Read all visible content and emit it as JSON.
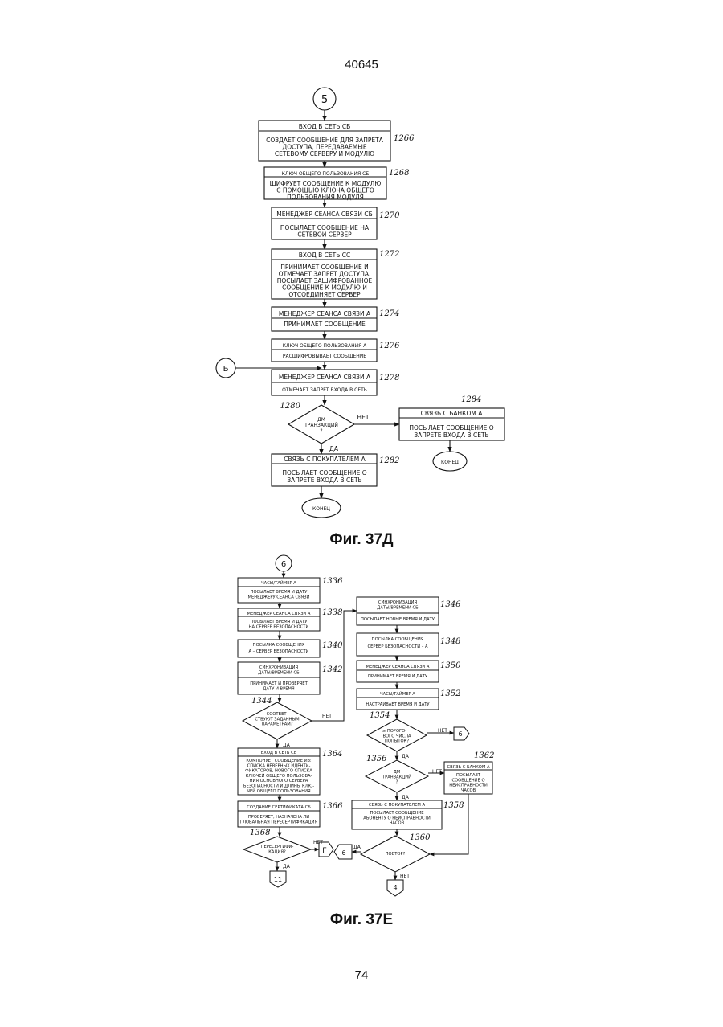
{
  "page": {
    "doc_number": "40645",
    "page_number": "74"
  },
  "figure_d": {
    "caption": "Фиг. 37Д",
    "connector_in": "5",
    "connector_b": "Б",
    "blocks": [
      {
        "id": "1266",
        "header": "ВХОД В СЕТЬ СБ",
        "body": [
          "СОЗДАЕТ СООБЩЕНИЕ ДЛЯ ЗАПРЕТА",
          "ДОСТУПА, ПЕРЕДАВАЕМЫЕ",
          "СЕТЕВОМУ СЕРВЕРУ И МОДУЛЮ"
        ]
      },
      {
        "id": "1268",
        "header": "КЛЮЧ ОБЩЕГО ПОЛЬЗОВАНИЯ СБ",
        "body": [
          "ШИФРУЕТ СООБЩЕНИЕ К МОДУЛЮ",
          "С ПОМОЩЬЮ КЛЮЧА ОБЩЕГО",
          "ПОЛЬЗОВАНИЯ МОДУЛЯ"
        ]
      },
      {
        "id": "1270",
        "header": "МЕНЕДЖЕР СЕАНСА СВЯЗИ СБ",
        "body": [
          "ПОСЫЛАЕТ СООБЩЕНИЕ НА",
          "СЕТЕВОЙ СЕРВЕР"
        ]
      },
      {
        "id": "1272",
        "header": "ВХОД В СЕТЬ СС",
        "body": [
          "ПРИНИМАЕТ СООБЩЕНИЕ И",
          "ОТМЕЧАЕТ ЗАПРЕТ ДОСТУПА.",
          "ПОСЫЛАЕТ ЗАШИФРОВАННОЕ",
          "СООБЩЕНИЕ К МОДУЛЮ И",
          "ОТСОЕДИНЯЕТ СЕРВЕР"
        ]
      },
      {
        "id": "1274",
        "header": "МЕНЕДЖЕР СЕАНСА СВЯЗИ А",
        "body": [
          "ПРИНИМАЕТ СООБЩЕНИЕ"
        ]
      },
      {
        "id": "1276",
        "header": "КЛЮЧ ОБЩЕГО ПОЛЬЗОВАНИЯ А",
        "body": [
          "РАСШИФРОВЫВАЕТ СООБЩЕНИЕ"
        ]
      },
      {
        "id": "1278",
        "header": "МЕНЕДЖЕР СЕАНСА СВЯЗИ А",
        "body": [
          "ОТМЕЧАЕТ ЗАПРЕТ ВХОДА В СЕТЬ"
        ]
      },
      {
        "id": "1284",
        "header": "СВЯЗЬ С БАНКОМ А",
        "body": [
          "ПОСЫЛАЕТ СООБЩЕНИЕ О",
          "ЗАПРЕТЕ ВХОДА В СЕТЬ"
        ]
      },
      {
        "id": "1282",
        "header": "СВЯЗЬ С ПОКУПАТЕЛЕМ А",
        "body": [
          "ПОСЫЛАЕТ СООБЩЕНИЕ О",
          "ЗАПРЕТЕ ВХОДА В СЕТЬ"
        ]
      }
    ],
    "decision": {
      "id": "1280",
      "lines": [
        "ДМ",
        "ТРАНЗАКЦИЙ",
        "?"
      ],
      "no": "НЕТ",
      "yes": "ДА"
    },
    "end_label": "КОНЕЦ"
  },
  "figure_e": {
    "caption": "Фиг. 37Е",
    "connector_in": "6",
    "blocks": [
      {
        "id": "1336",
        "header": "ЧАСЫ/ТАЙМЕР А",
        "body": [
          "ПОСЫЛАЕТ ВРЕМЯ И ДАТУ",
          "МЕНЕДЖЕРУ СЕАНСА СВЯЗИ"
        ]
      },
      {
        "id": "1338",
        "header": "МЕНЕДЖЕР СЕАНСА СВЯЗИ А",
        "body": [
          "ПОСЫЛАЕТ ВРЕМЯ И ДАТУ",
          "НА СЕРВЕР БЕЗОПАСНОСТИ"
        ]
      },
      {
        "id": "1340",
        "header": "ПОСЫЛКА СООБЩЕНИЯ",
        "body": [
          "А – СЕРВЕР БЕЗОПАСНОСТИ"
        ]
      },
      {
        "id": "1342",
        "header": "СИНХРОНИЗАЦИЯ",
        "header2": "ДАТЫ/ВРЕМЕНИ СБ",
        "body": [
          "ПРИНИМАЕТ И ПРОВЕРЯЕТ",
          "ДАТУ И ВРЕМЯ"
        ]
      },
      {
        "id": "1364",
        "header": "ВХОД В СЕТЬ СБ",
        "body": [
          "КОМПОНУЕТ СООБЩЕНИЕ ИЗ:",
          "СПИСКА НЕВЕРНЫХ ИДЕНТИ-",
          "ФИКАТОРОВ, НОВОГО СПИСКА",
          "КЛЮЧЕЙ ОБЩЕГО ПОЛЬЗОВА-",
          "НИЯ ОСНОВНОГО СЕРВЕРА",
          "БЕЗОПАСНОСТИ И ДЛИНЫ КЛЮ-",
          "ЧЕЙ ОБЩЕГО ПОЛЬЗОВАНИЯ"
        ]
      },
      {
        "id": "1366",
        "header": "СОЗДАНИЕ СЕРТИФИКАТА СБ",
        "body": [
          "ПРОВЕРЯЕТ, НАЗНАЧЕНА ЛИ",
          "ГЛОБАЛЬНАЯ ПЕРЕСЕРТИФИКАЦИЯ"
        ]
      },
      {
        "id": "1346",
        "header": "СИНХРОНИЗАЦИЯ",
        "header2": "ДАТЫ/ВРЕМЕНИ СБ",
        "body": [
          "ПОСЫЛАЕТ НОВЫЕ ВРЕМЯ И ДАТУ"
        ]
      },
      {
        "id": "1348",
        "header": "ПОСЫЛКА СООБЩЕНИЯ",
        "body": [
          "СЕРВЕР БЕЗОПАСНОСТИ – А"
        ]
      },
      {
        "id": "1350",
        "header": "МЕНЕДЖЕР СЕАНСА СВЯЗИ А",
        "body": [
          "ПРИНИМАЕТ ВРЕМЯ И ДАТУ"
        ]
      },
      {
        "id": "1352",
        "header": "ЧАСЫ/ТАЙМЕР А",
        "body": [
          "НАСТРАИВАЕТ ВРЕМЯ И ДАТУ"
        ]
      },
      {
        "id": "1362",
        "header": "СВЯЗЬ С БАНКОМ А",
        "body": [
          "ПОСЫЛАЕТ",
          "СООБЩЕНИЕ О",
          "НЕИСПРАВНОСТИ",
          "ЧАСОВ"
        ]
      },
      {
        "id": "1358",
        "header": "СВЯЗЬ С ПОКУПАТЕЛЕМ А",
        "body": [
          "ПОСЫЛАЕТ СООБЩЕНИЕ",
          "АБОНЕНТУ О НЕИСПРАВНОСТИ",
          "ЧАСОВ"
        ]
      }
    ],
    "decisions": [
      {
        "id": "1344",
        "lines": [
          "СООТВЕТ-",
          "СТВУЮТ ЗАДАННЫМ",
          "ПАРАМЕТРАМ?"
        ],
        "no": "НЕТ",
        "yes": "ДА"
      },
      {
        "id": "1368",
        "lines": [
          "ПЕРЕСЕРТИФИ-",
          "КАЦИЯ?"
        ],
        "no": "НЕТ",
        "yes": "ДА"
      },
      {
        "id": "1354",
        "lines": [
          "ПОРОГО-",
          "ВОГО ЧИСЛА",
          "ПОПЫТОК?"
        ],
        "prefix": "≥",
        "no": "НЕТ",
        "yes": "ДА"
      },
      {
        "id": "1356",
        "lines": [
          "ДМ",
          "ТРАНЗАКЦИЙ",
          "?"
        ],
        "no": "НЕТ",
        "yes": "ДА"
      },
      {
        "id": "1360",
        "lines": [
          "ПОВТОР?"
        ],
        "no": "НЕТ",
        "yes": "ДА"
      }
    ],
    "offpage": {
      "g": "Г",
      "eleven": "11",
      "six_right": "6",
      "six_left": "6",
      "four": "4"
    }
  }
}
